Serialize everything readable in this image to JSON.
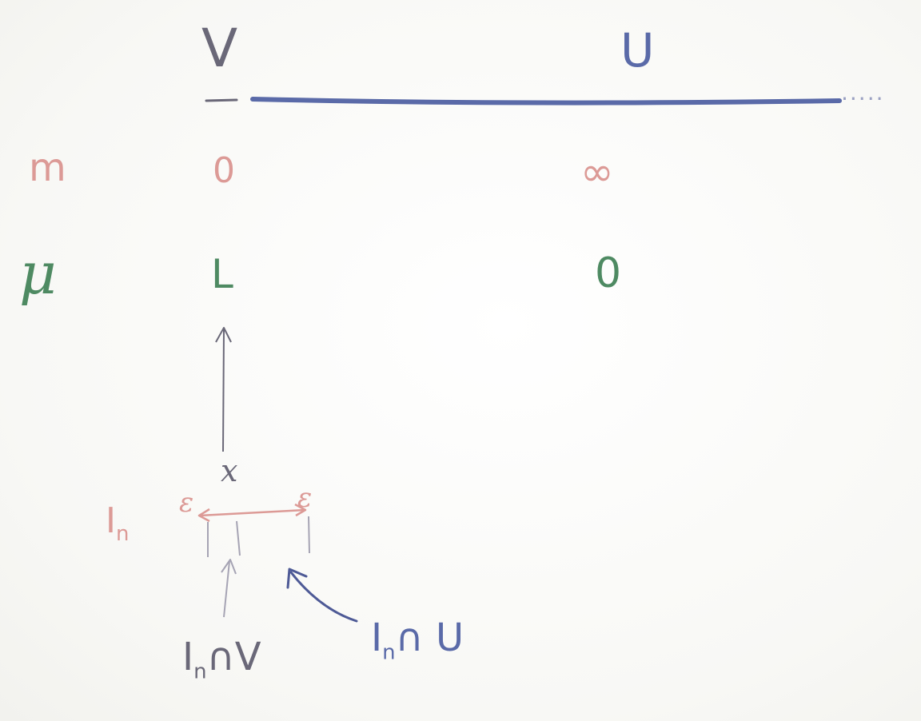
{
  "columns": {
    "left": "V",
    "right": "U",
    "continuation": "....."
  },
  "rows": [
    {
      "name": "m",
      "left": "0",
      "right": "∞"
    },
    {
      "name": "μ",
      "left": "L",
      "right": "0"
    }
  ],
  "point": "x",
  "interval": {
    "name": "I",
    "subscript": "n",
    "left_end": "ε",
    "right_end": "ε"
  },
  "callouts": {
    "left_intersection": "I",
    "left_intersection_sub": "n",
    "left_intersection_rest": "∩V",
    "right_intersection": "I",
    "right_intersection_sub": "n",
    "right_intersection_rest": "∩ U"
  },
  "colors": {
    "paper": "#fbfbf9",
    "gray_ink": "#6a6878",
    "blue_ink": "#5a6aa8",
    "red_ink": "#dc9a96",
    "green_ink": "#4e8a62"
  }
}
